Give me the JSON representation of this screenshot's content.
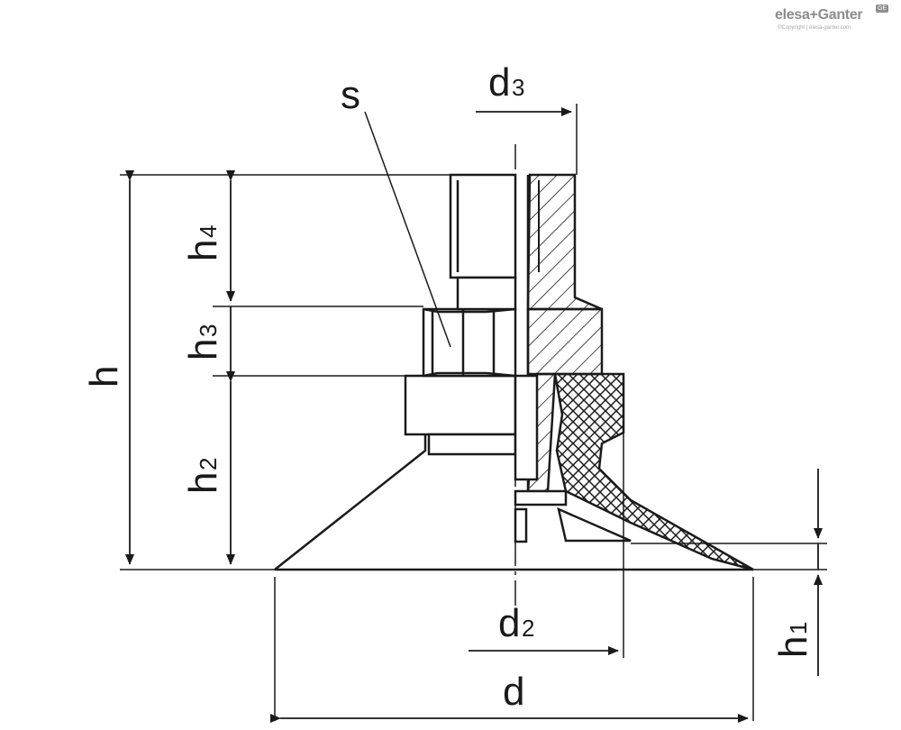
{
  "brand": {
    "name": "elesa+Ganter",
    "copyright": "©Copyright | elesa-ganter.com",
    "badge": "GE"
  },
  "labels": {
    "s": "s",
    "d3": {
      "main": "d",
      "sub": "3"
    },
    "h": "h",
    "h4": {
      "main": "h",
      "sub": "4"
    },
    "h3": {
      "main": "h",
      "sub": "3"
    },
    "h2": {
      "main": "h",
      "sub": "2"
    },
    "h1": {
      "main": "h",
      "sub": "1"
    },
    "d2": {
      "main": "d",
      "sub": "2"
    },
    "d": "d"
  },
  "colors": {
    "line": "#1a1a1a",
    "background": "#ffffff",
    "brand": "#8c8c8c"
  }
}
